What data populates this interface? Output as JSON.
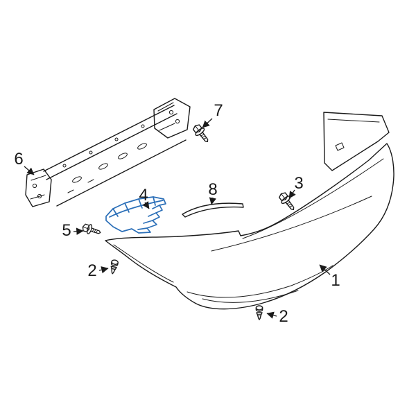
{
  "diagram": {
    "kind": "exploded-parts-diagram",
    "subject": "rear-bumper-assembly",
    "background_color": "#ffffff",
    "line_color": "#1a1a1a",
    "highlight_color": "#2b6fb8",
    "callouts": [
      {
        "label": "7",
        "part": "bolt-upper"
      },
      {
        "label": "6",
        "part": "impact-bar"
      },
      {
        "label": "3",
        "part": "bolt-right"
      },
      {
        "label": "4",
        "part": "side-bracket-highlighted"
      },
      {
        "label": "8",
        "part": "molding-strip"
      },
      {
        "label": "5",
        "part": "screw"
      },
      {
        "label": "2",
        "part": "push-clip-left"
      },
      {
        "label": "1",
        "part": "bumper-cover"
      },
      {
        "label": "2",
        "part": "push-clip-bottom"
      }
    ]
  }
}
